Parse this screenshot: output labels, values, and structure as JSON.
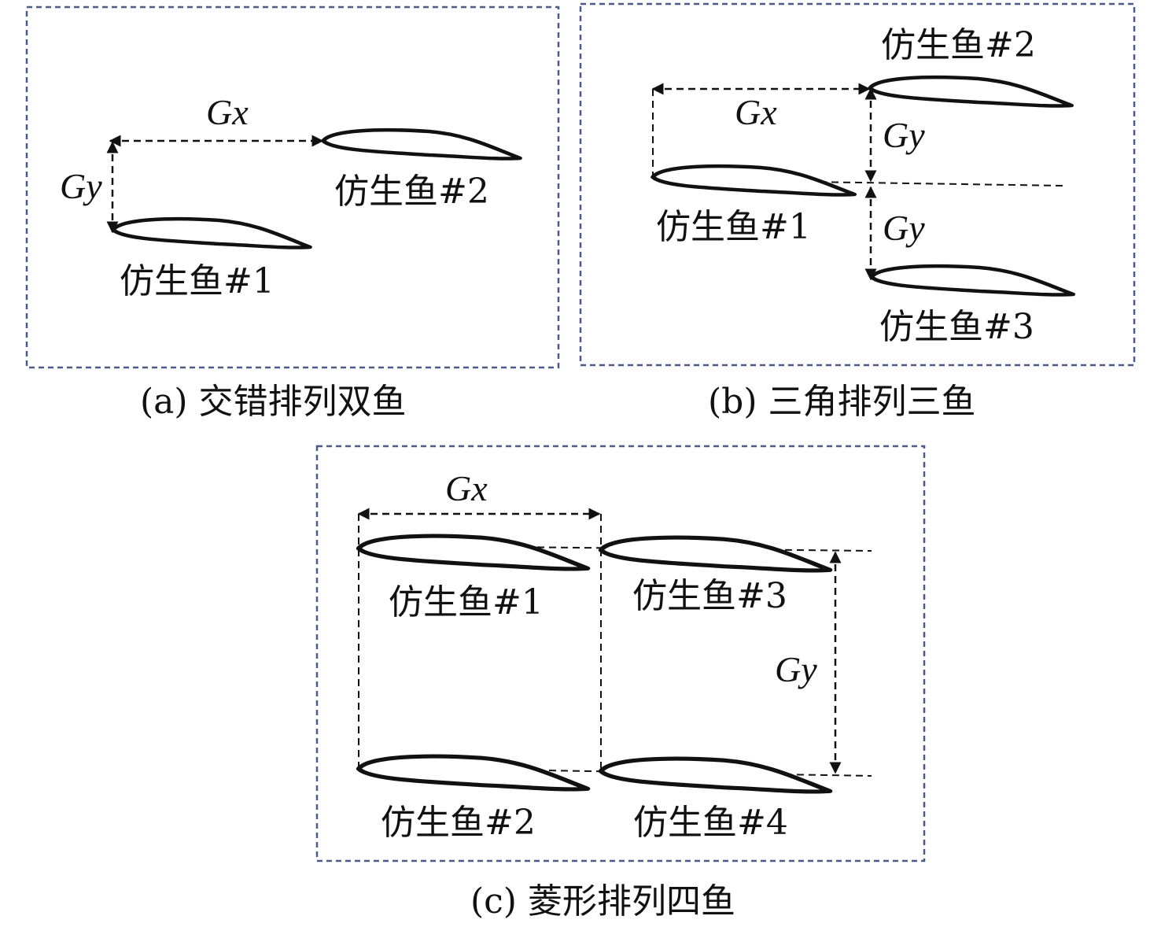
{
  "panels": {
    "a": {
      "caption": "(a) 交错排列双鱼",
      "fish_1": "仿生鱼#1",
      "fish_2": "仿生鱼#2",
      "gx": "Gx",
      "gy": "Gy"
    },
    "b": {
      "caption": "(b) 三角排列三鱼",
      "fish_1": "仿生鱼#1",
      "fish_2": "仿生鱼#2",
      "fish_3": "仿生鱼#3",
      "gx": "Gx",
      "gy_top": "Gy",
      "gy_bottom": "Gy"
    },
    "c": {
      "caption": "(c) 菱形排列四鱼",
      "fish_1": "仿生鱼#1",
      "fish_2": "仿生鱼#2",
      "fish_3": "仿生鱼#3",
      "fish_4": "仿生鱼#4",
      "gx": "Gx",
      "gy": "Gy"
    }
  }
}
